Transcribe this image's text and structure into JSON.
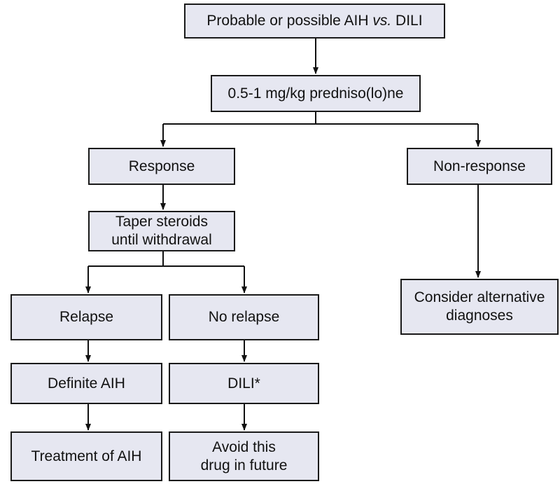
{
  "colors": {
    "box_fill": "#e6e7f1",
    "box_border": "#1a1a1a",
    "connector": "#111111",
    "text": "#111111"
  },
  "nodes": {
    "start": {
      "pre": "Probable or possible AIH ",
      "em": "vs.",
      "post": " DILI"
    },
    "treatment": {
      "label": "0.5-1 mg/kg predniso(lo)ne"
    },
    "response": {
      "label": "Response"
    },
    "nonresponse": {
      "label": "Non-response"
    },
    "taper": {
      "line1": "Taper steroids",
      "line2": "until withdrawal"
    },
    "relapse": {
      "label": "Relapse"
    },
    "norelapse": {
      "label": "No relapse"
    },
    "alternative": {
      "line1": "Consider alternative",
      "line2": "diagnoses"
    },
    "definite": {
      "label": "Definite AIH"
    },
    "dili": {
      "label": "DILI*"
    },
    "treat_aih": {
      "label": "Treatment of AIH"
    },
    "avoid": {
      "line1": "Avoid this",
      "line2": "drug in future"
    }
  },
  "edges": [
    [
      "start",
      "treatment"
    ],
    [
      "treatment",
      "response"
    ],
    [
      "treatment",
      "nonresponse"
    ],
    [
      "response",
      "taper"
    ],
    [
      "taper",
      "relapse"
    ],
    [
      "taper",
      "norelapse"
    ],
    [
      "nonresponse",
      "alternative"
    ],
    [
      "relapse",
      "definite"
    ],
    [
      "norelapse",
      "dili"
    ],
    [
      "definite",
      "treat_aih"
    ],
    [
      "dili",
      "avoid"
    ]
  ]
}
